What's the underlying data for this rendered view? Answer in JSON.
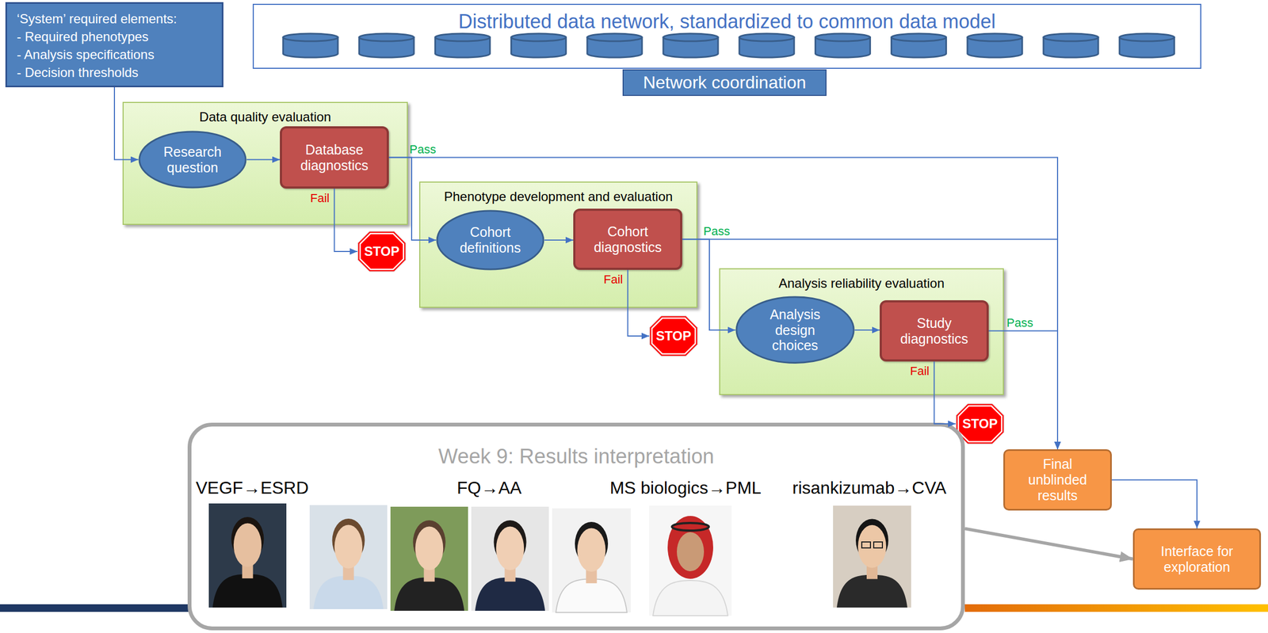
{
  "diagram": {
    "nodes": [
      {
        "text": [
          "‘System’ required elements:",
          "- Required phenotypes",
          "- Analysis specifications",
          "- Decision thresholds"
        ]
      },
      {
        "text": [
          "Distributed data network, standardized to common data model"
        ]
      },
      {
        "text": [
          "Network coordination"
        ]
      },
      {
        "text": [
          "Data quality evaluation"
        ]
      },
      {
        "text": [
          "Research question"
        ],
        "in": 3
      },
      {
        "text": [
          "Database diagnostics"
        ],
        "in": 3
      },
      {
        "text": [
          "STOP"
        ]
      },
      {
        "text": [
          "Phenotype development and evaluation"
        ]
      },
      {
        "text": [
          "Cohort definitions"
        ],
        "in": 7
      },
      {
        "text": [
          "Cohort diagnostics"
        ],
        "in": 7
      },
      {
        "text": [
          "STOP"
        ]
      },
      {
        "text": [
          "Analysis reliability evaluation"
        ]
      },
      {
        "text": [
          "Analysis design choices"
        ],
        "in": 11
      },
      {
        "text": [
          "Study diagnostics"
        ],
        "in": 11
      },
      {
        "text": [
          "STOP"
        ]
      },
      {
        "text": [
          "Week 9: Results interpretation",
          "VEGF→ESRD",
          "FQ→AA",
          "MS biologics→PML",
          "risankizumab→CVA"
        ]
      },
      {
        "text": [
          "Final unblinded results"
        ]
      },
      {
        "text": [
          "Interface for exploration"
        ]
      }
    ],
    "edges": [
      {
        "from": 0,
        "to": 4,
        "arrow": "to"
      },
      {
        "from": 4,
        "to": 5,
        "arrow": "to"
      },
      {
        "from": 5,
        "to": 16,
        "label": "Pass",
        "arrow": "to"
      },
      {
        "from": 5,
        "to": 6,
        "label": "Fail",
        "arrow": "to"
      },
      {
        "from": 5,
        "to": 8,
        "arrow": "to"
      },
      {
        "from": 8,
        "to": 9,
        "arrow": "to"
      },
      {
        "from": 9,
        "to": 16,
        "label": "Pass",
        "arrow": "to"
      },
      {
        "from": 9,
        "to": 10,
        "label": "Fail",
        "arrow": "to"
      },
      {
        "from": 9,
        "to": 12,
        "arrow": "to"
      },
      {
        "from": 12,
        "to": 13,
        "arrow": "to"
      },
      {
        "from": 13,
        "to": 16,
        "label": "Pass",
        "arrow": "to"
      },
      {
        "from": 13,
        "to": 14,
        "label": "Fail",
        "arrow": "to"
      },
      {
        "from": 16,
        "to": 17,
        "arrow": "to"
      },
      {
        "from": 15,
        "to": 17,
        "arrow": "to"
      }
    ]
  }
}
